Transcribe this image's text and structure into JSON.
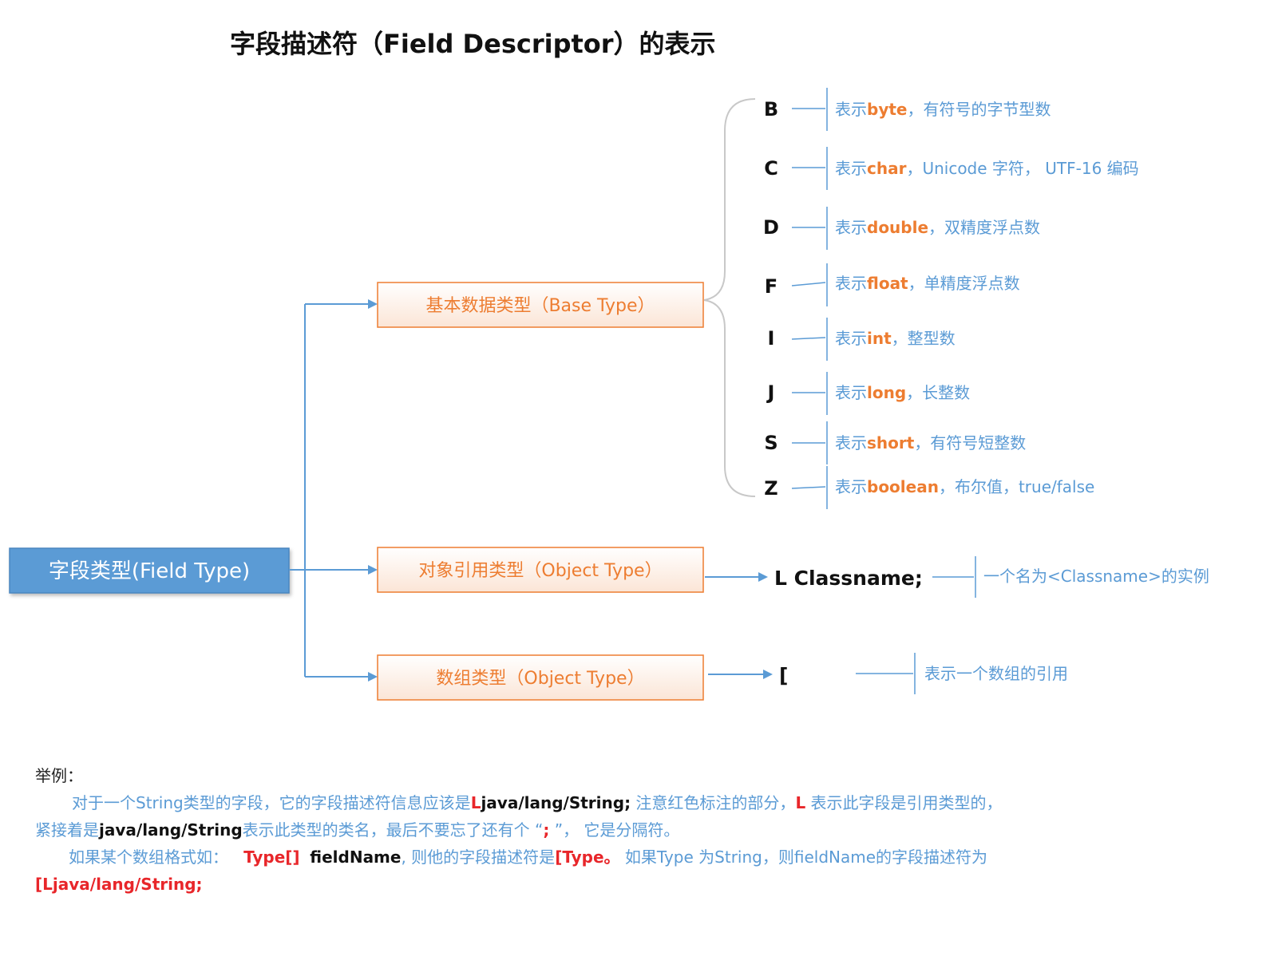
{
  "title": "字段描述符（Field Descriptor）的表示",
  "root": {
    "label": "字段类型(Field Type)"
  },
  "categories": [
    {
      "label": "基本数据类型（Base Type）"
    },
    {
      "label": "对象引用类型（Object Type）"
    },
    {
      "label": "数组类型（Object Type）"
    }
  ],
  "base_types": [
    {
      "code": "B",
      "prefix": "表示",
      "kw": "byte",
      "desc": "，有符号的字节型数"
    },
    {
      "code": "C",
      "prefix": "表示",
      "kw": "char",
      "desc": "，Unicode 字符， UTF-16 编码"
    },
    {
      "code": "D",
      "prefix": "表示",
      "kw": "double",
      "desc": "，双精度浮点数"
    },
    {
      "code": "F",
      "prefix": "表示",
      "kw": "float",
      "desc": "，单精度浮点数"
    },
    {
      "code": "I",
      "prefix": "表示",
      "kw": "int",
      "desc": "，整型数"
    },
    {
      "code": "J",
      "prefix": "表示",
      "kw": "long",
      "desc": "，长整数"
    },
    {
      "code": "S",
      "prefix": "表示",
      "kw": "short",
      "desc": "，有符号短整数"
    },
    {
      "code": "Z",
      "prefix": "表示",
      "kw": "boolean",
      "desc": "，布尔值，true/false"
    }
  ],
  "object_type": {
    "code": "L Classname;",
    "desc": "一个名为<Classname>的实例"
  },
  "array_type": {
    "code": "[",
    "desc": "表示一个数组的引用"
  },
  "example": {
    "header": "举例：",
    "p1_a": "对于一个String类型的字段，它的字段描述符信息应该是",
    "p1_red_L": "L",
    "p1_java": "java/lang/String",
    "p1_semi": ";",
    "p1_b": " 注意红色标注的部分，",
    "p1_red_L2": "L",
    "p1_c": " 表示此字段是引用类型的，",
    "p2_a": "紧接着是",
    "p2_java": "java/lang/String",
    "p2_b": "表示此类型的类名，最后不要忘了还有个 “",
    "p2_red_semi": ";",
    "p2_c": " ”， 它是分隔符。",
    "p3_a": "如果某个数组格式如：",
    "p3_red_type": "Type[]",
    "p3_field": "fieldName",
    "p3_b": ", 则他的字段描述符是",
    "p3_red_bracket": "[Type",
    "p3_red_dot": "。",
    "p3_c": " 如果Type 为String，则fieldName的字段描述符为",
    "p4_red": "[Ljava/lang/String;"
  },
  "colors": {
    "blue": "#5b9bd5",
    "orange": "#ed7d31",
    "red": "#e8262a",
    "box_fill": "#fbe5d6"
  }
}
